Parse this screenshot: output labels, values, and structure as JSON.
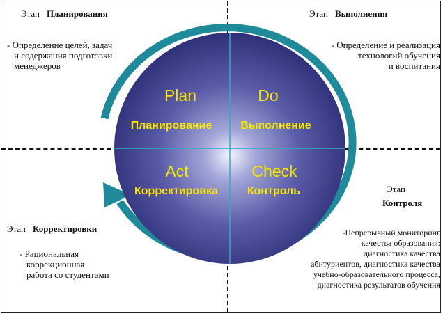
{
  "quadrants": {
    "top_left": {
      "stage_word": "Этап",
      "stage_name": "Планирования",
      "lines": [
        "- Определение целей, задач",
        "и содержания подготовки",
        "менеджеров"
      ]
    },
    "top_right": {
      "stage_word": "Этап",
      "stage_name": "Выполнения",
      "lines": [
        "- Определение и реализация",
        "технологий обучения",
        "и воспитания"
      ]
    },
    "bottom_right": {
      "stage_word": "Этап",
      "stage_name": "Контроля",
      "lines": [
        "-Непрерывный мониторинг",
        "качества образования:",
        "диагностика качества",
        "абитуриентов, диагностика качества",
        "учебно-образовательного процесса,",
        "диагностика результатов обучения"
      ]
    },
    "bottom_left": {
      "stage_word": "Этап",
      "stage_name": "Корректировки",
      "lines": [
        "- Рациональная",
        "коррекционная",
        "работа со студентами"
      ]
    }
  },
  "cycle": {
    "plan": {
      "en": "Plan",
      "ru": "Планирование"
    },
    "do": {
      "en": "Do",
      "ru": "Выполнение"
    },
    "act": {
      "en": "Act",
      "ru": "Корректировка"
    },
    "check": {
      "en": "Check",
      "ru": "Контроль"
    }
  },
  "colors": {
    "sphere_center": "#e8eaf8",
    "sphere_edge": "#2e2f7a",
    "ring": "#1e8a9a",
    "label": "#f7e600"
  }
}
